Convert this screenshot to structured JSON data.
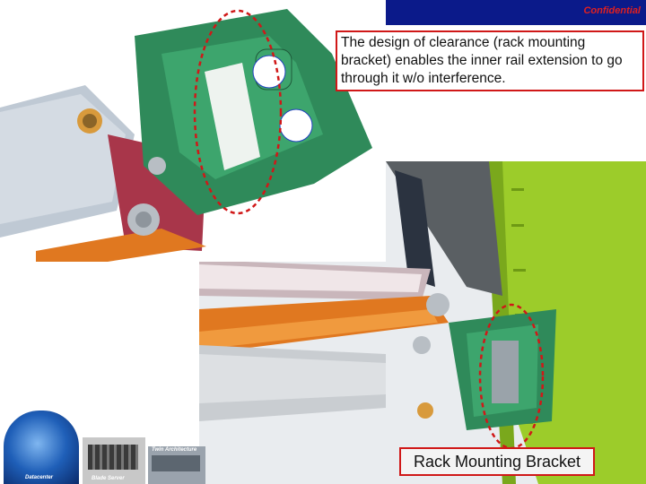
{
  "banner": {
    "label": "Confidential"
  },
  "callout": {
    "text": "The design of clearance (rack mounting bracket) enables the inner rail extension to go through it w/o interference."
  },
  "caption": {
    "text": "Rack Mounting Bracket"
  },
  "thumbnails": [
    {
      "label": "Datacenter"
    },
    {
      "label": "Blade Server"
    },
    {
      "label": "Twin Architecture"
    }
  ],
  "colors": {
    "banner": "#0b1a8a",
    "accent_red": "#d01818",
    "bracket_green": "#2f8a5a",
    "rail_orange": "#e07820",
    "rack_lime": "#9ccc2a"
  }
}
